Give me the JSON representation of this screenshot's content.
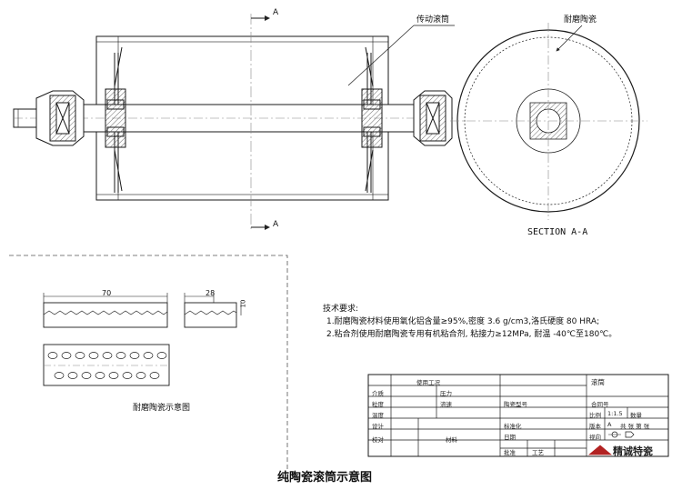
{
  "labels": {
    "section_mark_top": "A",
    "section_mark_bottom": "A",
    "drive_pulley": "传动滚筒",
    "wear_ceramic": "耐磨陶瓷",
    "section_title": "SECTION A-A",
    "dim_70": "70",
    "dim_28": "28",
    "dim_10": "10",
    "tile_caption": "耐磨陶瓷示意图",
    "main_caption": "纯陶瓷滚筒示意图"
  },
  "requirements": {
    "title": "技术要求:",
    "line1": "1.耐磨陶瓷材料使用氧化铝含量≥95%,密度 3.6 g/cm3,洛氏硬度 80 HRA;",
    "line2": "2.粘合剂使用耐磨陶瓷专用有机粘合剂, 粘接力≥12MPa, 耐温 -40℃至180℃。"
  },
  "title_block": {
    "use_conditions": "使用工况",
    "medium": "介质",
    "pressure": "压力",
    "particle": "粒度",
    "speed": "流速",
    "temperature": "温度",
    "drawing_no": "陶瓷型号",
    "name": "滚筒",
    "contract_no": "合同号",
    "scale_label": "比例",
    "scale_value": "1:1.5",
    "quantity": "数量",
    "design": "设计",
    "check": "校对",
    "material": "材料",
    "version_label": "版本",
    "version_value": "A",
    "sheets": "共 张 第 张",
    "projection": "视向",
    "standardize": "标准化",
    "approve": "批准",
    "date": "日期",
    "craft": "工艺",
    "company": "精诚特瓷"
  },
  "colors": {
    "line": "#1a1a1a",
    "hatch": "#444444",
    "dash": "#888888",
    "brand": "#b22222"
  }
}
